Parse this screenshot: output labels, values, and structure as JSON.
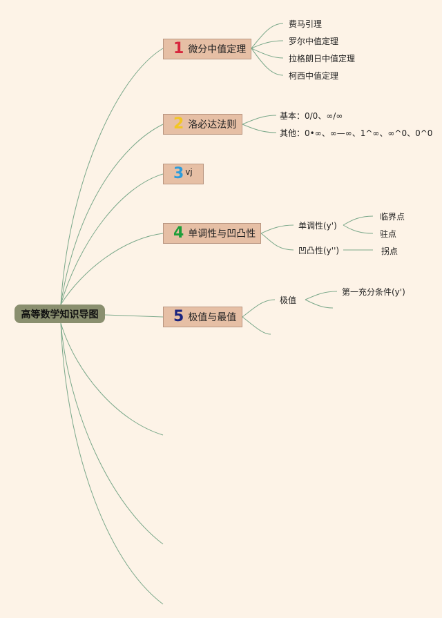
{
  "root": {
    "label": "高等数学知识导图"
  },
  "topics": [
    {
      "num": "1",
      "num_color": "#d7263d",
      "label": "微分中值定理",
      "children": [
        "费马引理",
        "罗尔中值定理",
        "拉格朗日中值定理",
        "柯西中值定理"
      ]
    },
    {
      "num": "2",
      "num_color": "#f3c623",
      "label": "洛必达法则",
      "children": [
        "基本：0/0、∞/∞",
        "其他：0•∞、∞—∞、1^∞、∞^0、0^0"
      ]
    },
    {
      "num": "3",
      "num_color": "#2d9cdb",
      "label": "vj",
      "children": []
    },
    {
      "num": "4",
      "num_color": "#1e9e3a",
      "label": "单调性与凹凸性",
      "children": [
        {
          "label": "单调性(y')",
          "children": [
            "临界点",
            "驻点"
          ]
        },
        {
          "label": "凹凸性(y'')",
          "children": [
            "拐点"
          ]
        }
      ]
    },
    {
      "num": "5",
      "num_color": "#1a237e",
      "label": "极值与最值",
      "children": [
        {
          "label": "极值",
          "children": [
            "第一充分条件(y')"
          ]
        }
      ]
    }
  ]
}
